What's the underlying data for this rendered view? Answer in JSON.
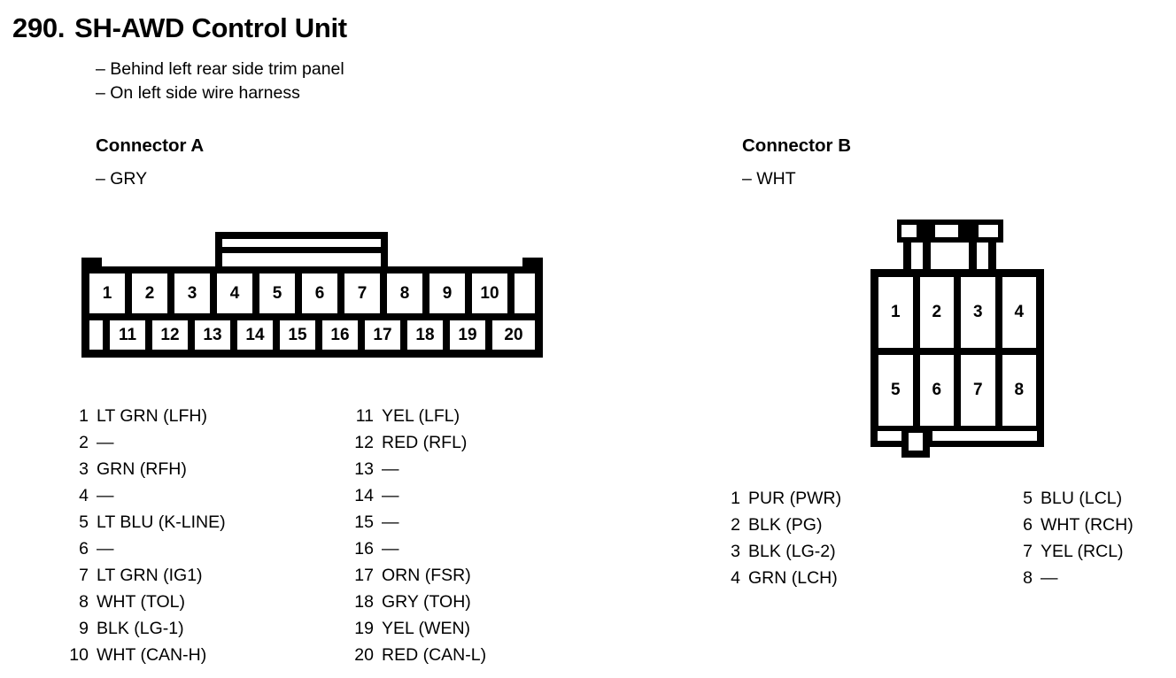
{
  "page": {
    "number": "290.",
    "title": "SH-AWD Control Unit",
    "notes": [
      "– Behind left rear side trim panel",
      "– On left side wire harness"
    ]
  },
  "connector_a": {
    "heading": "Connector A",
    "color": "– GRY",
    "diagram": {
      "type": "connector-pinout",
      "rows": [
        [
          "1",
          "2",
          "3",
          "4",
          "5",
          "6",
          "7",
          "8",
          "9",
          "10"
        ],
        [
          "11",
          "12",
          "13",
          "14",
          "15",
          "16",
          "17",
          "18",
          "19",
          "20"
        ]
      ]
    },
    "pins_left": [
      {
        "num": "1",
        "value": "LT GRN (LFH)"
      },
      {
        "num": "2",
        "value": "—"
      },
      {
        "num": "3",
        "value": "GRN (RFH)"
      },
      {
        "num": "4",
        "value": "—"
      },
      {
        "num": "5",
        "value": "LT BLU (K-LINE)"
      },
      {
        "num": "6",
        "value": "—"
      },
      {
        "num": "7",
        "value": "LT GRN (IG1)"
      },
      {
        "num": "8",
        "value": "WHT (TOL)"
      },
      {
        "num": "9",
        "value": "BLK (LG-1)"
      },
      {
        "num": "10",
        "value": "WHT (CAN-H)"
      }
    ],
    "pins_right": [
      {
        "num": "11",
        "value": "YEL (LFL)"
      },
      {
        "num": "12",
        "value": "RED (RFL)"
      },
      {
        "num": "13",
        "value": "—"
      },
      {
        "num": "14",
        "value": "—"
      },
      {
        "num": "15",
        "value": "—"
      },
      {
        "num": "16",
        "value": "—"
      },
      {
        "num": "17",
        "value": "ORN (FSR)"
      },
      {
        "num": "18",
        "value": "GRY (TOH)"
      },
      {
        "num": "19",
        "value": "YEL (WEN)"
      },
      {
        "num": "20",
        "value": "RED (CAN-L)"
      }
    ]
  },
  "connector_b": {
    "heading": "Connector B",
    "color": "– WHT",
    "diagram": {
      "type": "connector-pinout",
      "rows": [
        [
          "1",
          "2",
          "3",
          "4"
        ],
        [
          "5",
          "6",
          "7",
          "8"
        ]
      ]
    },
    "pins_left": [
      {
        "num": "1",
        "value": "PUR (PWR)"
      },
      {
        "num": "2",
        "value": "BLK (PG)"
      },
      {
        "num": "3",
        "value": "BLK (LG-2)"
      },
      {
        "num": "4",
        "value": "GRN (LCH)"
      }
    ],
    "pins_right": [
      {
        "num": "5",
        "value": "BLU (LCL)"
      },
      {
        "num": "6",
        "value": "WHT (RCH)"
      },
      {
        "num": "7",
        "value": "YEL (RCL)"
      },
      {
        "num": "8",
        "value": "—"
      }
    ]
  },
  "colors": {
    "ink": "#000000",
    "paper": "#ffffff"
  }
}
